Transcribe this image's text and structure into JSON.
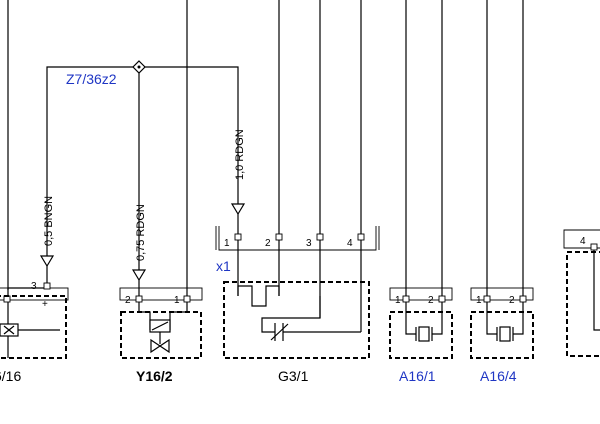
{
  "connector": {
    "splice": "Z7/36z2",
    "x1": "x1",
    "pins": [
      "1",
      "2",
      "3",
      "4"
    ]
  },
  "wires": {
    "bngn": "0,5 BNGN",
    "rdgn_075": "0,75 RDGN",
    "rdgn_10": "1,0 RDGN"
  },
  "components": {
    "b16": {
      "label": "6/16",
      "pins": [
        "3"
      ],
      "plus": "+"
    },
    "y16": {
      "label": "Y16/2",
      "pins": [
        "2",
        "1"
      ]
    },
    "g3": {
      "label": "G3/1"
    },
    "a16_1": {
      "label": "A16/1",
      "pins": [
        "1",
        "2"
      ]
    },
    "a16_4": {
      "label": "A16/4",
      "pins": [
        "1",
        "2"
      ]
    },
    "right": {
      "pins": [
        "4"
      ]
    }
  },
  "colors": {
    "blue_label": "#1f36c4",
    "line": "#000000"
  }
}
